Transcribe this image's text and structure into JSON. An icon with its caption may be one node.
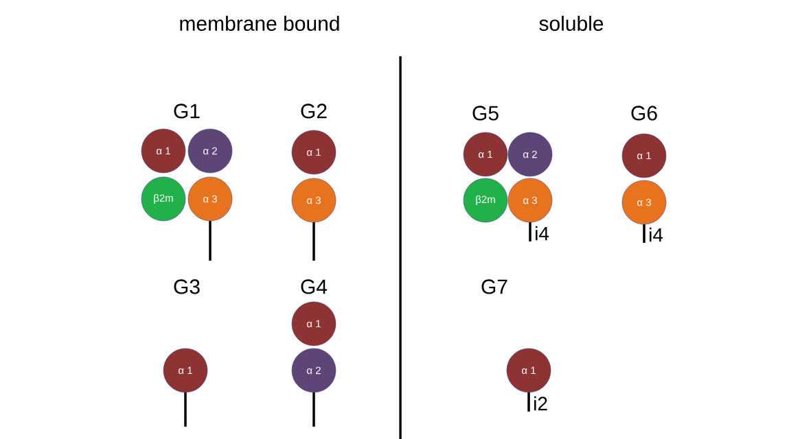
{
  "diagram": {
    "nodes": [
      {
        "text": [
          "α 1"
        ]
      },
      {
        "text": [
          "α 2"
        ]
      },
      {
        "text": [
          "β2m"
        ]
      },
      {
        "text": [
          "α 3"
        ]
      },
      {
        "text": [
          "α 1"
        ]
      },
      {
        "text": [
          "α 3"
        ]
      },
      {
        "text": [
          "α 1"
        ]
      },
      {
        "text": [
          "α 1"
        ]
      },
      {
        "text": [
          "α 2"
        ]
      },
      {
        "text": [
          "α 1"
        ]
      },
      {
        "text": [
          "α 2"
        ]
      },
      {
        "text": [
          "β2m"
        ]
      },
      {
        "text": [
          "α 3"
        ],
        "beside": [
          "i4"
        ]
      },
      {
        "text": [
          "α 1"
        ]
      },
      {
        "text": [
          "α 3"
        ],
        "beside": [
          "i4"
        ]
      },
      {
        "text": [
          "α 1"
        ],
        "beside": [
          "i2"
        ]
      }
    ],
    "labels": [
      "membrane bound",
      "soluble",
      "G1",
      "G2",
      "G5",
      "G6",
      "G3",
      "G4",
      "G7"
    ]
  }
}
